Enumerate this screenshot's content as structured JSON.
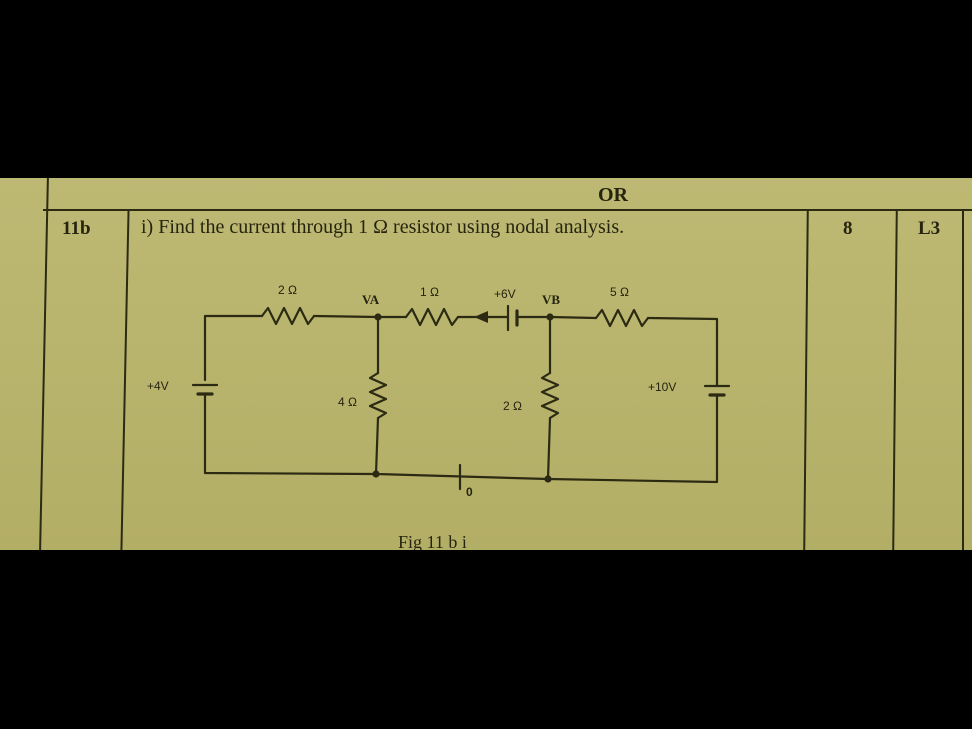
{
  "separator": "OR",
  "question": {
    "number": "11b",
    "text": "i) Find the current through 1 Ω resistor using nodal analysis.",
    "marks": "8",
    "level": "L3"
  },
  "figure": {
    "caption": "Fig 11 b i",
    "components": {
      "r_left": "2 Ω",
      "r_mid": "1 Ω",
      "r_right": "5 Ω",
      "r_shunt_a": "4 Ω",
      "r_shunt_b": "2 Ω",
      "src_left": "+4V",
      "src_mid": "+6V",
      "src_right": "+10V",
      "ground": "0"
    },
    "nodes": {
      "a": "VA",
      "b": "VB"
    }
  },
  "colors": {
    "paper": "#bbb670",
    "ink": "#2c2a12",
    "background": "#000000"
  }
}
